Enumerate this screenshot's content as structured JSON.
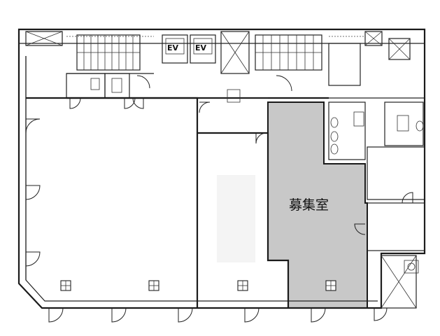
{
  "plan": {
    "labels": {
      "elevator_1": "EV",
      "elevator_2": "EV",
      "vacancy_room": "募集室"
    },
    "colors": {
      "vacancy_fill": "#c8c8c8",
      "wall": "#1a1a1a",
      "background": "#ffffff"
    }
  }
}
